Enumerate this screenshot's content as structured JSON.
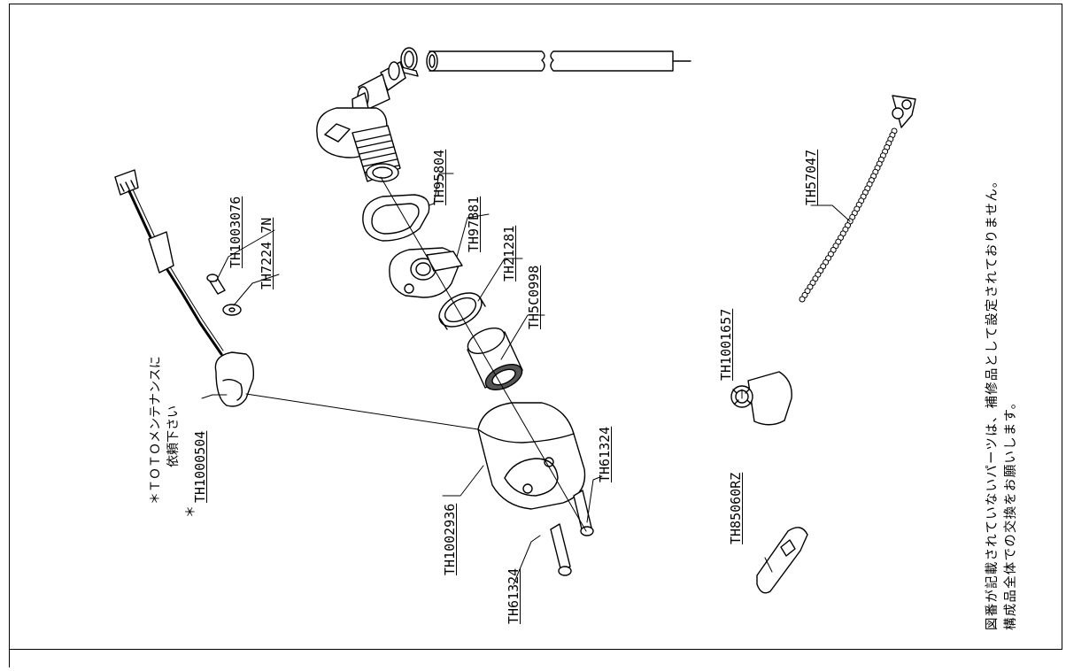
{
  "parts": {
    "th1002936": "TH1002936",
    "th61324_left": "TH61324",
    "th61324_right": "TH61324",
    "th5c0998": "TH5C0998",
    "th21281": "TH21281",
    "th97b81": "TH97B81",
    "th95804": "TH95804",
    "th1003076": "TH1003076",
    "th7224_7n": "TH7224 7N",
    "th1000504": "TH1000504",
    "th1001657": "TH1001657",
    "th85060rz": "TH85060RZ",
    "th57047": "TH57047"
  },
  "labels": {
    "maintenance_line1": "＊ＴＯＴＯメンテナンスに",
    "maintenance_line2": "依頼下さい",
    "asterisk": "＊"
  },
  "notes": {
    "line1": "図番が記載されていないパーツは、補修品として設定されておりません。",
    "line2": "構成品全体での交換をお願いします。"
  }
}
